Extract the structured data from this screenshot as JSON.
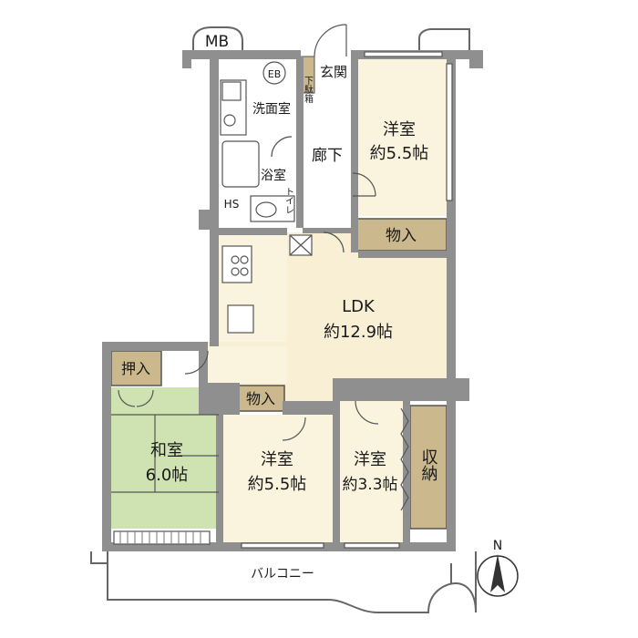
{
  "floorplan": {
    "rooms": {
      "mb": "MB",
      "eb": "EB",
      "genkan": "玄関",
      "getabako": "下駄箱",
      "senmen": "洗面室",
      "yokushitsu": "浴室",
      "hs": "HS",
      "toilet": "トイレ",
      "rouka": "廊下",
      "youshitsu_ne_name": "洋室",
      "youshitsu_ne_size": "約5.5帖",
      "monoire_ne": "物入",
      "ldk_name": "LDK",
      "ldk_size": "約12.9帖",
      "oshiire": "押入",
      "monoire_mid": "物入",
      "washitsu_name": "和室",
      "washitsu_size": "6.0帖",
      "youshitsu_s_name": "洋室",
      "youshitsu_s_size": "約5.5帖",
      "youshitsu_se_name": "洋室",
      "youshitsu_se_size": "約3.3帖",
      "shuunou": "収納",
      "balcony": "バルコニー",
      "north": "N"
    },
    "colors": {
      "wall": "#8f8f8f",
      "flooring": "#faf4de",
      "ldk_floor": "#f8efd5",
      "storage": "#cbb88c",
      "tatami": "#cfe3b2",
      "wet_area": "#ffffff"
    }
  }
}
